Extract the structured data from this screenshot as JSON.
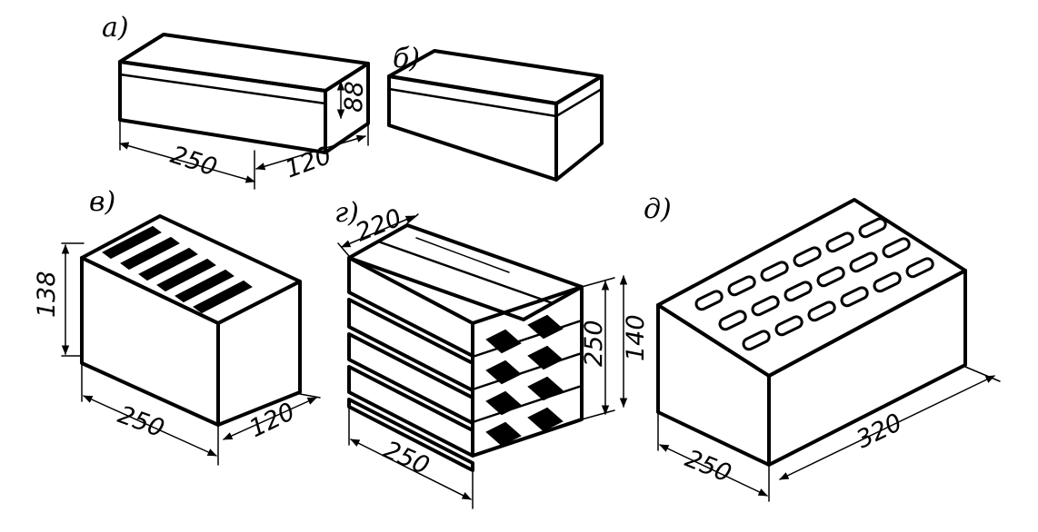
{
  "labels": {
    "a": "а)",
    "b": "б)",
    "v": "в)",
    "g": "г)",
    "d": "д)"
  },
  "dims": {
    "a_length": "250",
    "a_width": "120",
    "a_height": "88",
    "v_height": "138",
    "v_length": "250",
    "v_width": "120",
    "g_width": "220",
    "g_height_block": "250",
    "g_height_unit": "140",
    "g_length": "250",
    "d_width": "250",
    "d_length": "320"
  },
  "colors": {
    "ink": "#000000",
    "paper": "#ffffff"
  }
}
